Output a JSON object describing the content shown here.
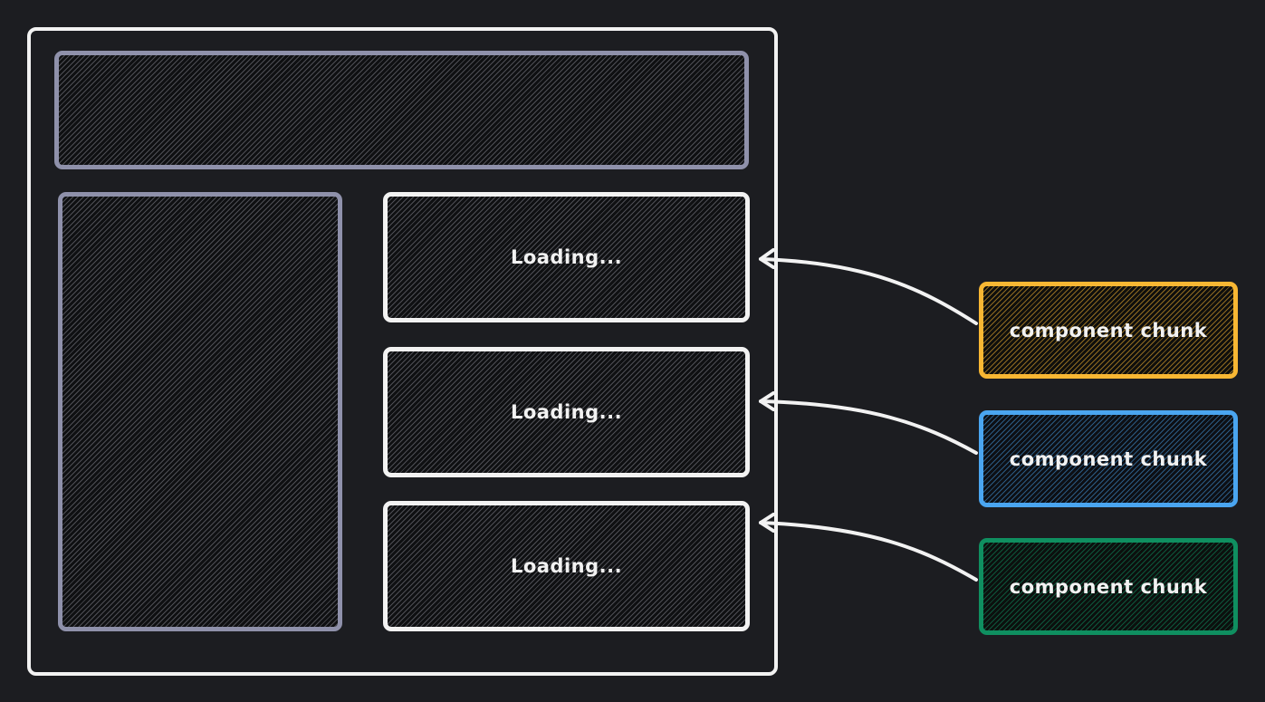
{
  "diagram": {
    "layout_frame": {
      "header": {
        "label": ""
      },
      "sidebar": {
        "label": ""
      },
      "slots": [
        {
          "label": "Loading..."
        },
        {
          "label": "Loading..."
        },
        {
          "label": "Loading..."
        }
      ]
    },
    "chunks": [
      {
        "label": "component chunk",
        "color": "#f8b733"
      },
      {
        "label": "component chunk",
        "color": "#4aa5f0"
      },
      {
        "label": "component chunk",
        "color": "#0f8f60"
      }
    ],
    "arrows": [
      {
        "from": "chunk-1",
        "to": "slot-1"
      },
      {
        "from": "chunk-2",
        "to": "slot-2"
      },
      {
        "from": "chunk-3",
        "to": "slot-3"
      }
    ],
    "colors": {
      "background": "#1c1d21",
      "frame_stroke": "#f2f2f2",
      "placeholder_stroke": "#8f91ab"
    }
  }
}
